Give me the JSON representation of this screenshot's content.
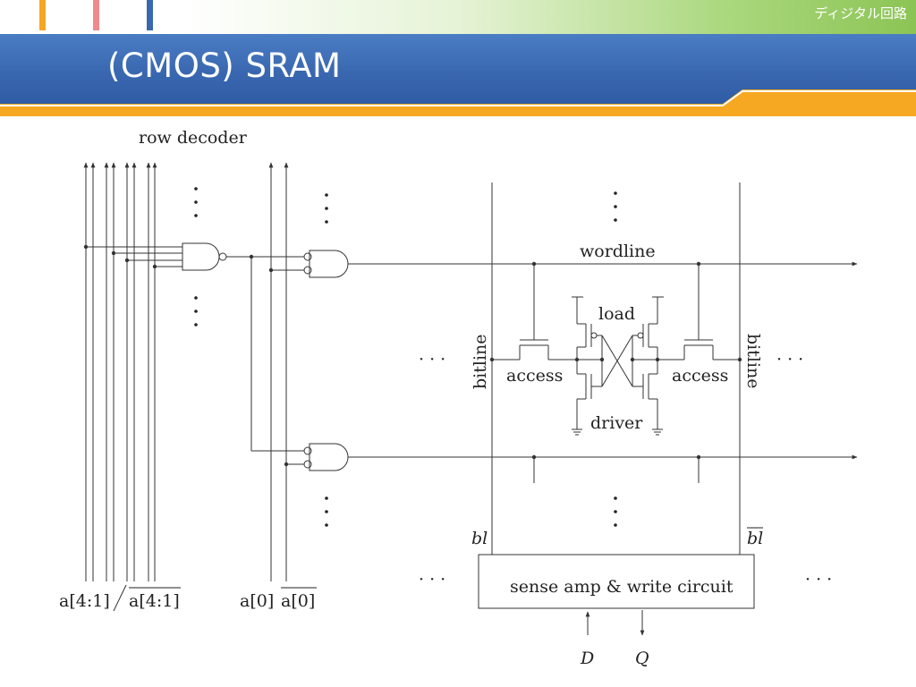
{
  "header": {
    "subject": "ディジタル回路",
    "title": "(CMOS) SRAM"
  },
  "colors": {
    "accent_orange": "#f5a623",
    "accent_pink": "#f08a8a",
    "accent_blue": "#3a68b0",
    "accent_green": "#8cc455"
  },
  "diagram": {
    "row_decoder": "row decoder",
    "wordline": "wordline",
    "load": "load",
    "driver": "driver",
    "access_left": "access",
    "access_right": "access",
    "bitline_left": "bitline",
    "bitline_right": "bitline",
    "bl": "bl",
    "bl_bar": "bl",
    "sense_amp": "sense amp & write circuit",
    "D": "D",
    "Q": "Q",
    "addr_hi": "a[4:1]",
    "addr_hi_bar": "a[4:1]",
    "addr_lo": "a[0]",
    "addr_lo_bar": "a[0]",
    "ellipsis": "· · ·"
  }
}
